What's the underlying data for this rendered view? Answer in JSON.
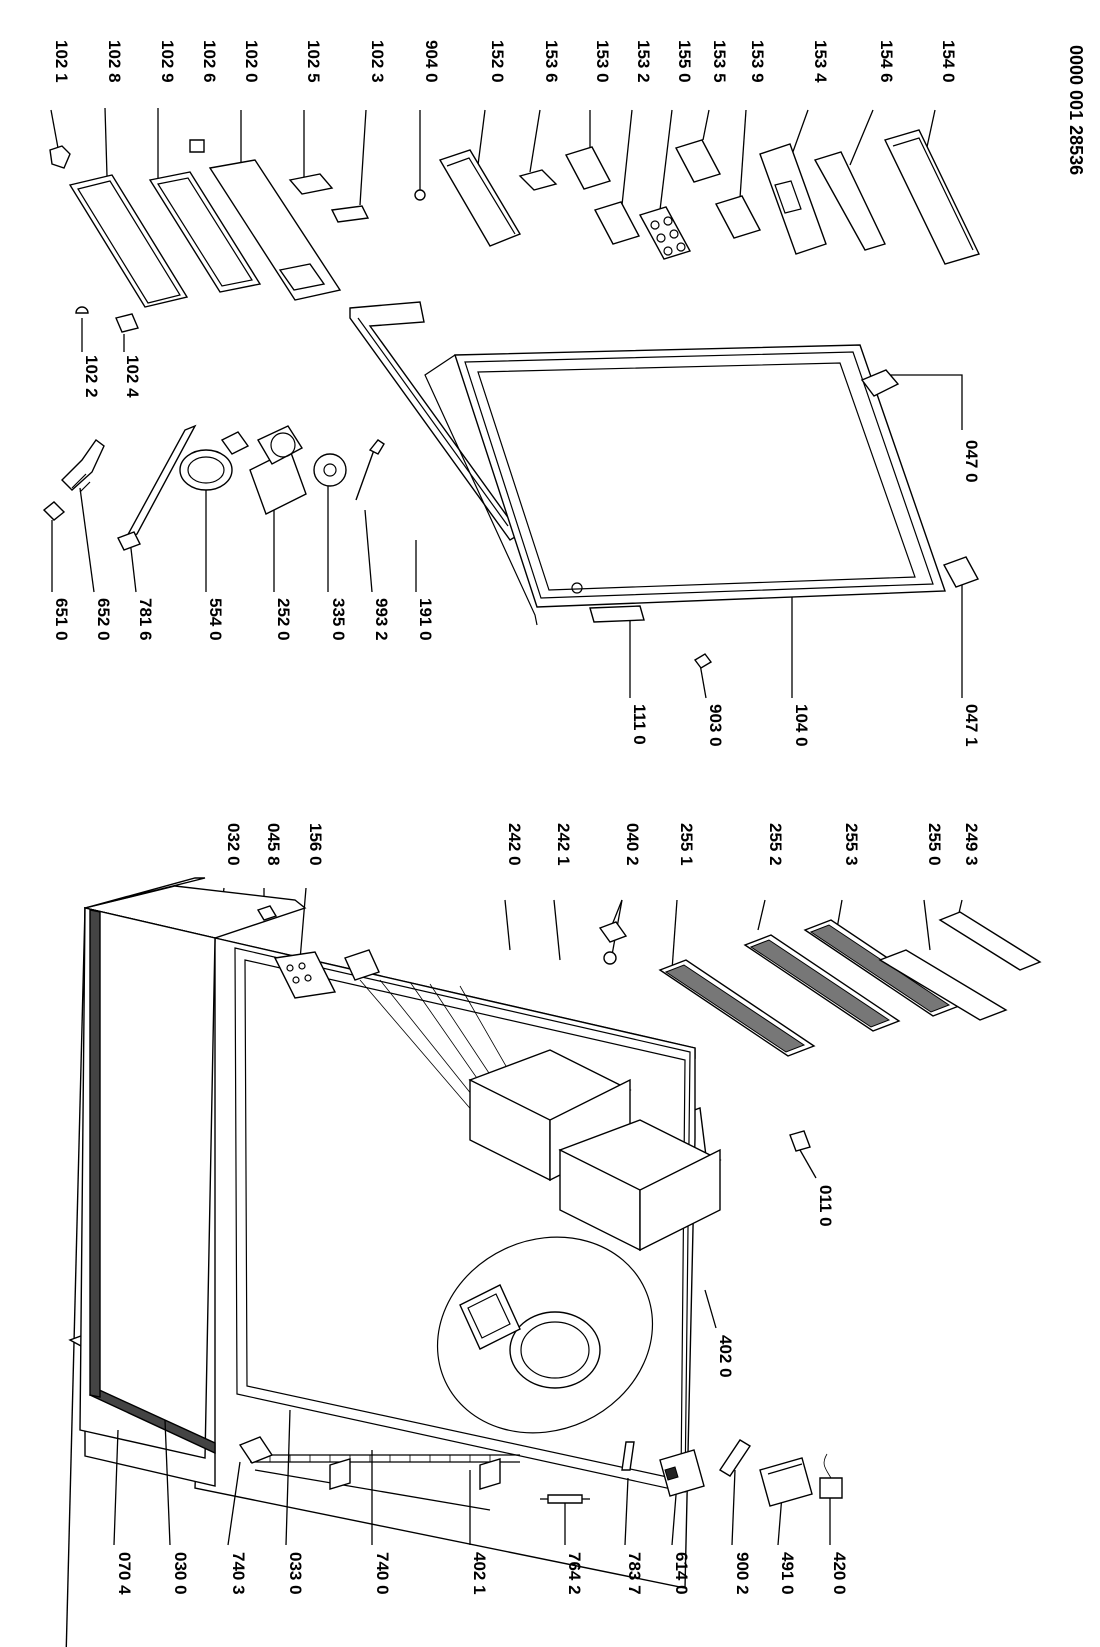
{
  "document_id": "0000 001 28536",
  "labels": {
    "l_1021": "102 1",
    "l_1028": "102 8",
    "l_1029": "102 9",
    "l_1026": "102 6",
    "l_1020": "102 0",
    "l_1025": "102 5",
    "l_1023": "102 3",
    "l_9040": "904 0",
    "l_1520": "152 0",
    "l_1536": "153 6",
    "l_1530": "153 0",
    "l_1532": "153 2",
    "l_1550": "155 0",
    "l_1535": "153 5",
    "l_1539": "153 9",
    "l_1534": "153 4",
    "l_1546": "154 6",
    "l_1540": "154 0",
    "l_1022": "102 2",
    "l_1024": "102 4",
    "l_6510": "651 0",
    "l_6520": "652 0",
    "l_7816": "781 6",
    "l_5540": "554 0",
    "l_2520": "252 0",
    "l_3350": "335 0",
    "l_9932": "993 2",
    "l_1910": "191 0",
    "l_1110": "111 0",
    "l_9030": "903 0",
    "l_1040": "104 0",
    "l_0471": "047 1",
    "l_0470": "047 0",
    "l_0320": "032 0",
    "l_0458": "045 8",
    "l_1560": "156 0",
    "l_2420": "242 0",
    "l_2421": "242 1",
    "l_0402": "040 2",
    "l_2551": "255 1",
    "l_2552": "255 2",
    "l_2553": "255 3",
    "l_2550": "255 0",
    "l_2493": "249 3",
    "l_0704": "070 4",
    "l_0300": "030 0",
    "l_7403": "740 3",
    "l_0330": "033 0",
    "l_7400": "740 0",
    "l_4021": "402 1",
    "l_7642": "764 2",
    "l_7837": "783 7",
    "l_6140": "614 0",
    "l_9002": "900 2",
    "l_4910": "491 0",
    "l_4200": "420 0",
    "l_0110": "011 0",
    "l_4020": "402 0"
  }
}
